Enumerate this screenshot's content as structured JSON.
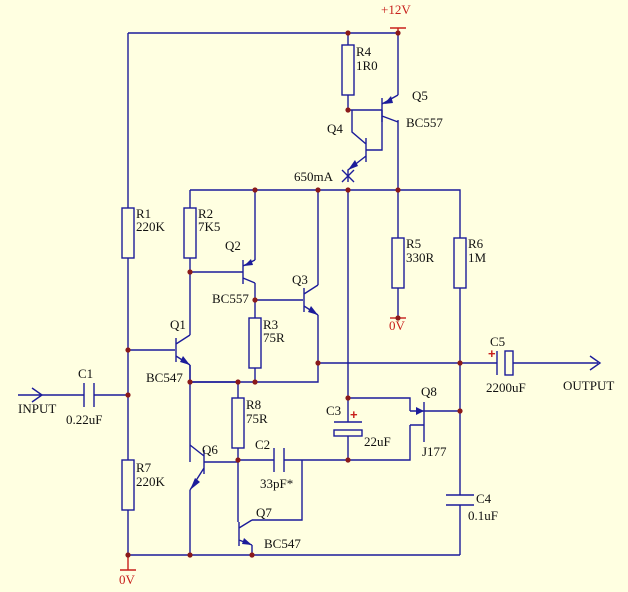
{
  "supply": {
    "vplus": "+12V",
    "gnd_bottom": "0V",
    "gnd_r5": "0V"
  },
  "io": {
    "input": "INPUT",
    "output": "OUTPUT"
  },
  "components": {
    "r1": {
      "ref": "R1",
      "value": "220K"
    },
    "r2": {
      "ref": "R2",
      "value": "7K5"
    },
    "r3": {
      "ref": "R3",
      "value": "75R"
    },
    "r4": {
      "ref": "R4",
      "value": "1R0"
    },
    "r5": {
      "ref": "R5",
      "value": "330R"
    },
    "r6": {
      "ref": "R6",
      "value": "1M"
    },
    "r7": {
      "ref": "R7",
      "value": "220K"
    },
    "r8": {
      "ref": "R8",
      "value": "75R"
    },
    "c1": {
      "ref": "C1",
      "value": "0.22uF"
    },
    "c2": {
      "ref": "C2",
      "value": "33pF*"
    },
    "c3": {
      "ref": "C3",
      "value": "22uF"
    },
    "c4": {
      "ref": "C4",
      "value": "0.1uF"
    },
    "c5": {
      "ref": "C5",
      "value": "2200uF"
    },
    "q1": {
      "ref": "Q1",
      "value": "BC547"
    },
    "q2": {
      "ref": "Q2",
      "value": "BC557"
    },
    "q3": {
      "ref": "Q3"
    },
    "q4": {
      "ref": "Q4"
    },
    "q5": {
      "ref": "Q5",
      "value": "BC557"
    },
    "q6": {
      "ref": "Q6"
    },
    "q7": {
      "ref": "Q7",
      "value": "BC547"
    },
    "q8": {
      "ref": "Q8",
      "value": "J177"
    }
  },
  "annotations": {
    "current": "650mA"
  },
  "colors": {
    "wire": "#1c1c9a",
    "power": "#c8201c",
    "junction": "#8b1a1a",
    "background": "#ffffe1"
  }
}
